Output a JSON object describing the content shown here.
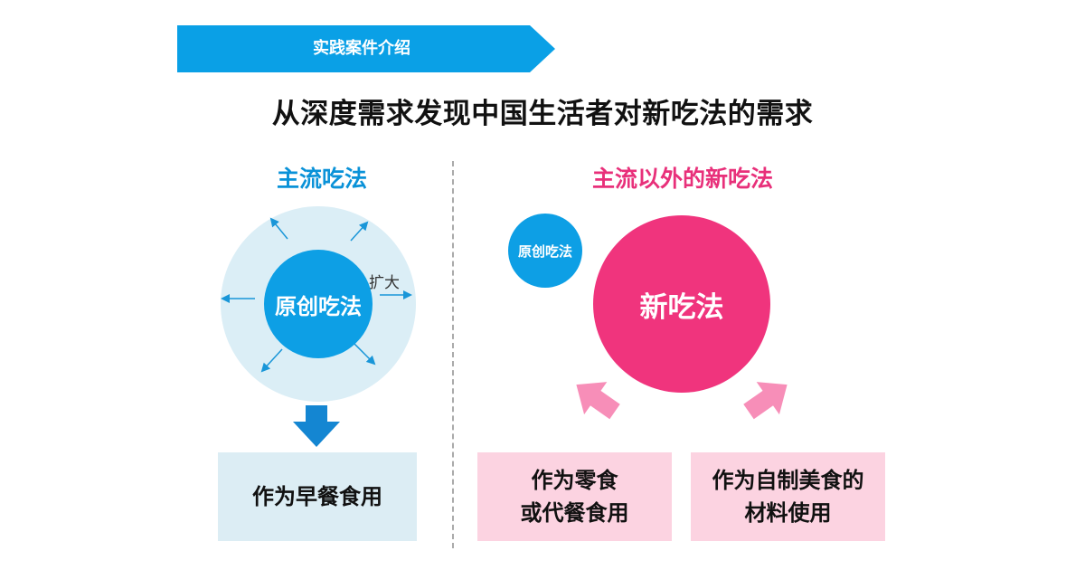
{
  "header": {
    "banner_label": "实践案件介绍",
    "main_title": "从深度需求发现中国生活者对新吃法的需求"
  },
  "left": {
    "section_title": "主流吃法",
    "center_label": "原创吃法",
    "expand_label": "扩大",
    "result_box": "作为早餐食用"
  },
  "right": {
    "section_title": "主流以外的新吃法",
    "small_circle_label": "原创吃法",
    "big_circle_label": "新吃法",
    "result_box_1_line1": "作为零食",
    "result_box_1_line2": "或代餐食用",
    "result_box_2_line1": "作为自制美食的",
    "result_box_2_line2": "材料使用"
  },
  "colors": {
    "blue": "#0d9fe5",
    "light_blue": "#dbeef6",
    "pink": "#f0347d",
    "light_pink": "#fcd3e1"
  }
}
